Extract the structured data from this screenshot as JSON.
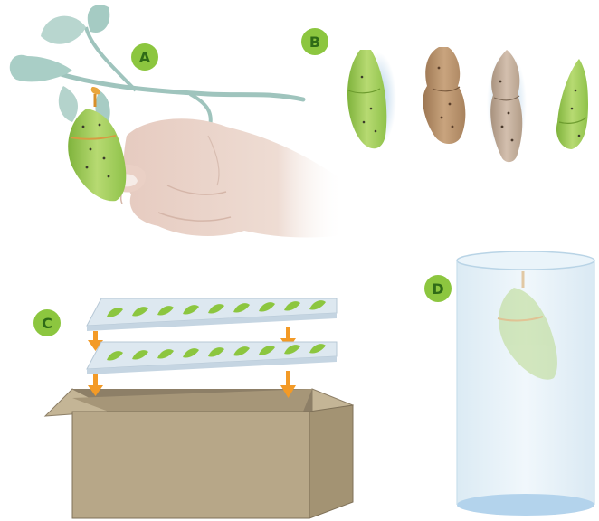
{
  "panels": {
    "a": {
      "label": "A"
    },
    "b": {
      "label": "B"
    },
    "c": {
      "label": "C"
    },
    "d": {
      "label": "D"
    }
  },
  "colors": {
    "badge_fill": "#8cc63f",
    "badge_text": "#2f6b17",
    "leaf": "#9ec3bb",
    "chrysalis_green": "#a8d060",
    "chrysalis_brown": "#b08a63",
    "skin": "#e9d2c8",
    "tray": "#d6e3ec",
    "box": "#b7a788",
    "arrow": "#f39a26",
    "jar": "#e4f0f8"
  },
  "icons": [
    "hand-holding-stem",
    "chrysalis",
    "rearing-tray",
    "cardboard-box",
    "down-arrow",
    "clear-jar"
  ]
}
